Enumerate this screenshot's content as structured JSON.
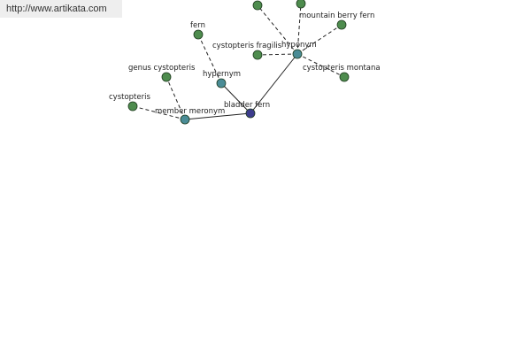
{
  "watermark": {
    "url": "http://www.artikata.com"
  },
  "graph": {
    "colors": {
      "leaf_node": "#4e8c4e",
      "relation_node": "#4a8c96",
      "root_node": "#3c3c8c",
      "edge": "#222222",
      "label": "#222222"
    },
    "nodes": [
      {
        "id": "bladder-fern",
        "label": "bladder fern",
        "kind": "root"
      },
      {
        "id": "hyponym",
        "label": "hyponym",
        "kind": "relation"
      },
      {
        "id": "hypernym",
        "label": "hypernym",
        "kind": "relation"
      },
      {
        "id": "member-meronym",
        "label": "member meronym",
        "kind": "relation"
      },
      {
        "id": "fern",
        "label": "fern",
        "kind": "leaf"
      },
      {
        "id": "genus-cystopteris",
        "label": "genus cystopteris",
        "kind": "leaf"
      },
      {
        "id": "cystopteris",
        "label": "cystopteris",
        "kind": "leaf"
      },
      {
        "id": "cystopteris-fragilis",
        "label": "cystopteris fragilis",
        "kind": "leaf"
      },
      {
        "id": "mountain-berry-fern",
        "label": "mountain berry fern",
        "kind": "leaf"
      },
      {
        "id": "cystopteris-montana",
        "label": "cystopteris montana",
        "kind": "leaf"
      },
      {
        "id": "hyponym-top-1",
        "label": "",
        "kind": "leaf"
      },
      {
        "id": "hyponym-top-2",
        "label": "",
        "kind": "leaf"
      }
    ],
    "edges": [
      {
        "from": "bladder-fern",
        "to": "hyponym",
        "style": "solid"
      },
      {
        "from": "bladder-fern",
        "to": "hypernym",
        "style": "solid"
      },
      {
        "from": "bladder-fern",
        "to": "member-meronym",
        "style": "solid"
      },
      {
        "from": "hypernym",
        "to": "fern",
        "style": "dashed"
      },
      {
        "from": "member-meronym",
        "to": "genus-cystopteris",
        "style": "dashed"
      },
      {
        "from": "member-meronym",
        "to": "cystopteris",
        "style": "dashed"
      },
      {
        "from": "hyponym",
        "to": "cystopteris-fragilis",
        "style": "dashed"
      },
      {
        "from": "hyponym",
        "to": "mountain-berry-fern",
        "style": "dashed"
      },
      {
        "from": "hyponym",
        "to": "cystopteris-montana",
        "style": "dashed"
      },
      {
        "from": "hyponym",
        "to": "hyponym-top-1",
        "style": "dashed"
      },
      {
        "from": "hyponym",
        "to": "hyponym-top-2",
        "style": "dashed"
      }
    ]
  }
}
